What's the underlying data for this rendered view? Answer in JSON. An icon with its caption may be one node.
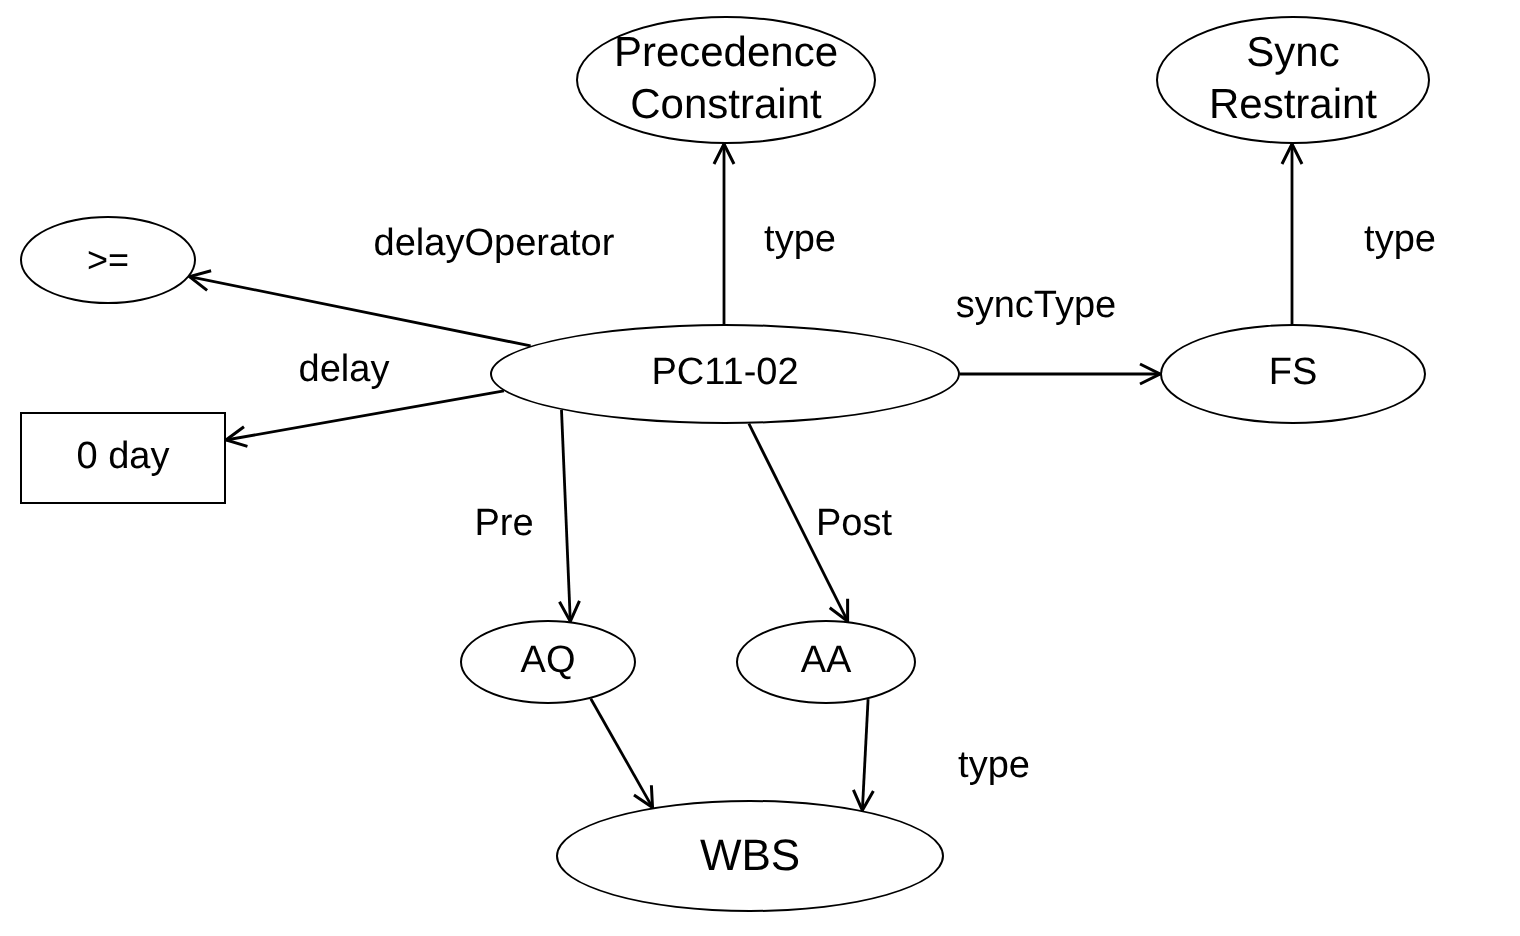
{
  "diagram": {
    "nodes": [
      {
        "text": [
          "Precedence Constraint"
        ]
      },
      {
        "text": [
          "Sync Restraint"
        ]
      },
      {
        "text": [
          ">="
        ]
      },
      {
        "text": [
          "PC11-02"
        ]
      },
      {
        "text": [
          "FS"
        ]
      },
      {
        "text": [
          "0 day"
        ]
      },
      {
        "text": [
          "AQ"
        ]
      },
      {
        "text": [
          "AA"
        ]
      },
      {
        "text": [
          "WBS"
        ]
      }
    ],
    "edges": [
      {
        "from": 3,
        "to": 0,
        "arrow": "to",
        "label": "type"
      },
      {
        "from": 4,
        "to": 1,
        "arrow": "to",
        "label": "type"
      },
      {
        "from": 3,
        "to": 2,
        "arrow": "to",
        "label": "delayOperator"
      },
      {
        "from": 3,
        "to": 5,
        "arrow": "to",
        "label": "delay"
      },
      {
        "from": 3,
        "to": 4,
        "arrow": "to",
        "label": "syncType"
      },
      {
        "from": 3,
        "to": 6,
        "arrow": "to",
        "label": "Pre"
      },
      {
        "from": 3,
        "to": 7,
        "arrow": "to",
        "label": "Post"
      },
      {
        "from": 6,
        "to": 8,
        "arrow": "to"
      },
      {
        "from": 7,
        "to": 8,
        "arrow": "to",
        "label": "type"
      }
    ]
  }
}
